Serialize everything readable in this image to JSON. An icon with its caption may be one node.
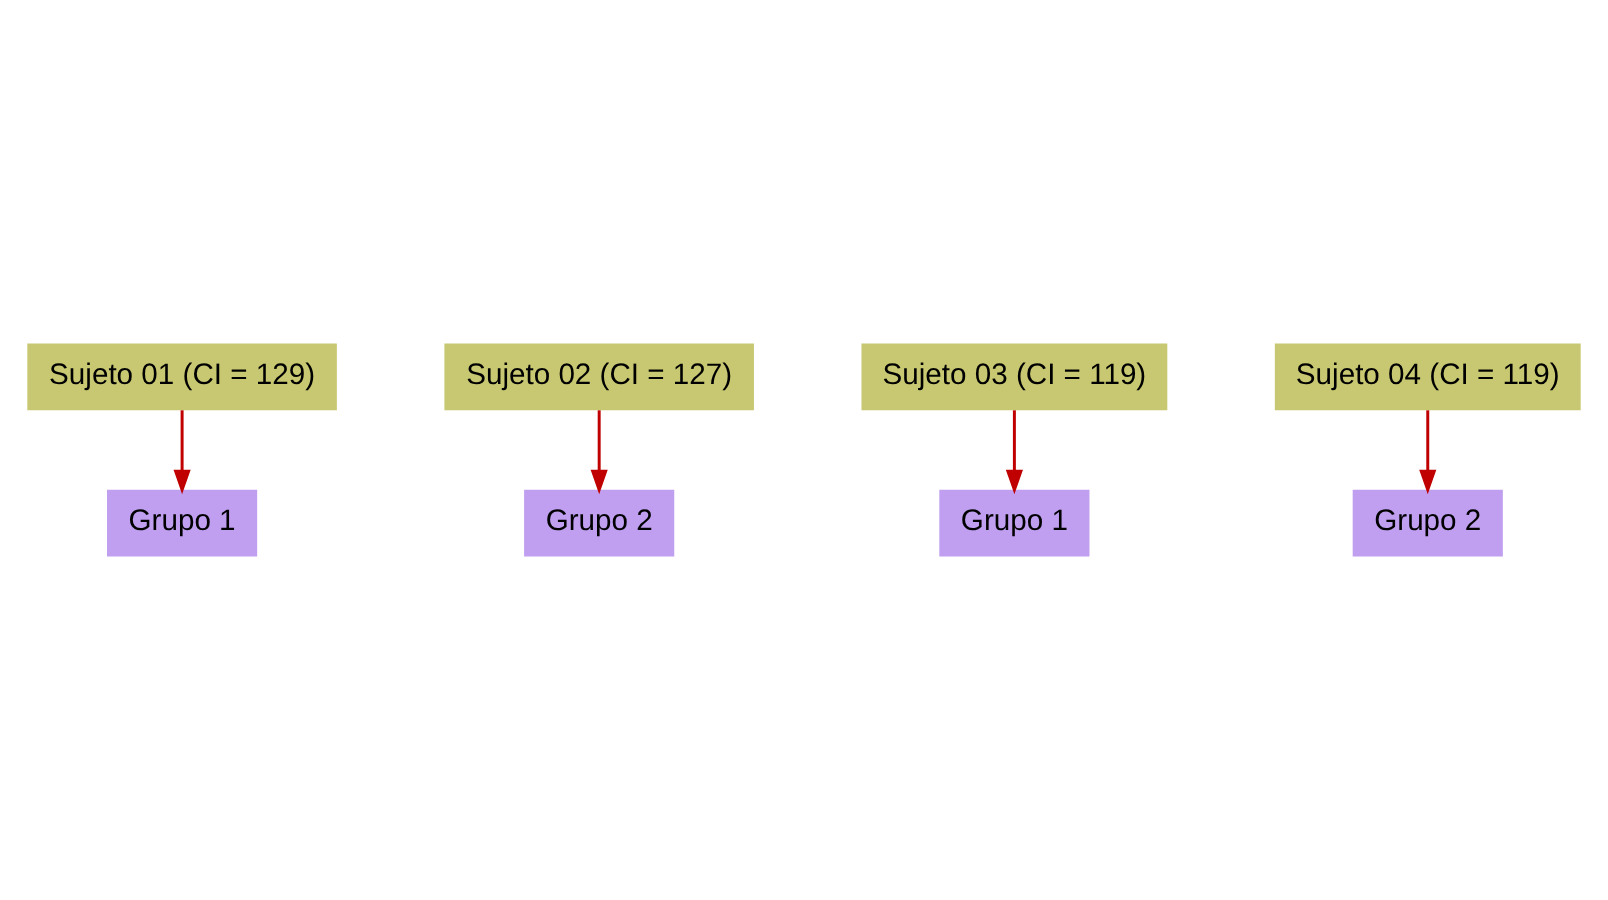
{
  "diagram": {
    "nodes": [
      {
        "text": [
          "Sujeto 01 (CI = 129)"
        ]
      },
      {
        "text": [
          "Grupo 1"
        ]
      },
      {
        "text": [
          "Sujeto 02 (CI = 127)"
        ]
      },
      {
        "text": [
          "Grupo 2"
        ]
      },
      {
        "text": [
          "Sujeto 03 (CI = 119)"
        ]
      },
      {
        "text": [
          "Grupo 1"
        ]
      },
      {
        "text": [
          "Sujeto 04 (CI = 119)"
        ]
      },
      {
        "text": [
          "Grupo 2"
        ]
      }
    ],
    "edges": [
      {
        "from": 0,
        "to": 1,
        "arrow": "to"
      },
      {
        "from": 2,
        "to": 3,
        "arrow": "to"
      },
      {
        "from": 4,
        "to": 5,
        "arrow": "to"
      },
      {
        "from": 6,
        "to": 7,
        "arrow": "to"
      }
    ]
  }
}
